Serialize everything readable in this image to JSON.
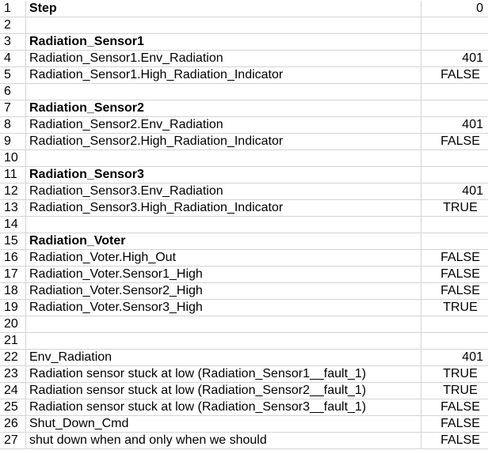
{
  "rows": [
    {
      "n": "1",
      "a": "Step",
      "b": "0",
      "bold": true,
      "type": "num"
    },
    {
      "n": "2",
      "a": "",
      "b": "",
      "type": "num"
    },
    {
      "n": "3",
      "a": "Radiation_Sensor1",
      "b": "",
      "bold": true,
      "type": "num"
    },
    {
      "n": "4",
      "a": "Radiation_Sensor1.Env_Radiation",
      "b": "401",
      "type": "num"
    },
    {
      "n": "5",
      "a": "Radiation_Sensor1.High_Radiation_Indicator",
      "b": "FALSE",
      "type": "bool"
    },
    {
      "n": "6",
      "a": "",
      "b": "",
      "type": "num"
    },
    {
      "n": "7",
      "a": "Radiation_Sensor2",
      "b": "",
      "bold": true,
      "type": "num"
    },
    {
      "n": "8",
      "a": "Radiation_Sensor2.Env_Radiation",
      "b": "401",
      "type": "num"
    },
    {
      "n": "9",
      "a": "Radiation_Sensor2.High_Radiation_Indicator",
      "b": "FALSE",
      "type": "bool"
    },
    {
      "n": "10",
      "a": "",
      "b": "",
      "type": "num"
    },
    {
      "n": "11",
      "a": "Radiation_Sensor3",
      "b": "",
      "bold": true,
      "type": "num"
    },
    {
      "n": "12",
      "a": "Radiation_Sensor3.Env_Radiation",
      "b": "401",
      "type": "num"
    },
    {
      "n": "13",
      "a": "Radiation_Sensor3.High_Radiation_Indicator",
      "b": "TRUE",
      "type": "bool"
    },
    {
      "n": "14",
      "a": "",
      "b": "",
      "type": "num"
    },
    {
      "n": "15",
      "a": "Radiation_Voter",
      "b": "",
      "bold": true,
      "type": "num"
    },
    {
      "n": "16",
      "a": "Radiation_Voter.High_Out",
      "b": "FALSE",
      "type": "bool"
    },
    {
      "n": "17",
      "a": "Radiation_Voter.Sensor1_High",
      "b": "FALSE",
      "type": "bool"
    },
    {
      "n": "18",
      "a": "Radiation_Voter.Sensor2_High",
      "b": "FALSE",
      "type": "bool"
    },
    {
      "n": "19",
      "a": "Radiation_Voter.Sensor3_High",
      "b": "TRUE",
      "type": "bool"
    },
    {
      "n": "20",
      "a": "",
      "b": "",
      "type": "num"
    },
    {
      "n": "21",
      "a": "",
      "b": "",
      "type": "num"
    },
    {
      "n": "22",
      "a": "Env_Radiation",
      "b": "401",
      "type": "num"
    },
    {
      "n": "23",
      "a": "Radiation sensor stuck at low (Radiation_Sensor1__fault_1)",
      "b": "TRUE",
      "type": "bool"
    },
    {
      "n": "24",
      "a": "Radiation sensor stuck at low (Radiation_Sensor2__fault_1)",
      "b": "TRUE",
      "type": "bool"
    },
    {
      "n": "25",
      "a": "Radiation sensor stuck at low (Radiation_Sensor3__fault_1)",
      "b": "FALSE",
      "type": "bool"
    },
    {
      "n": "26",
      "a": "Shut_Down_Cmd",
      "b": "FALSE",
      "type": "bool"
    },
    {
      "n": "27",
      "a": "shut down when and only when we should",
      "b": "FALSE",
      "type": "bool"
    }
  ]
}
